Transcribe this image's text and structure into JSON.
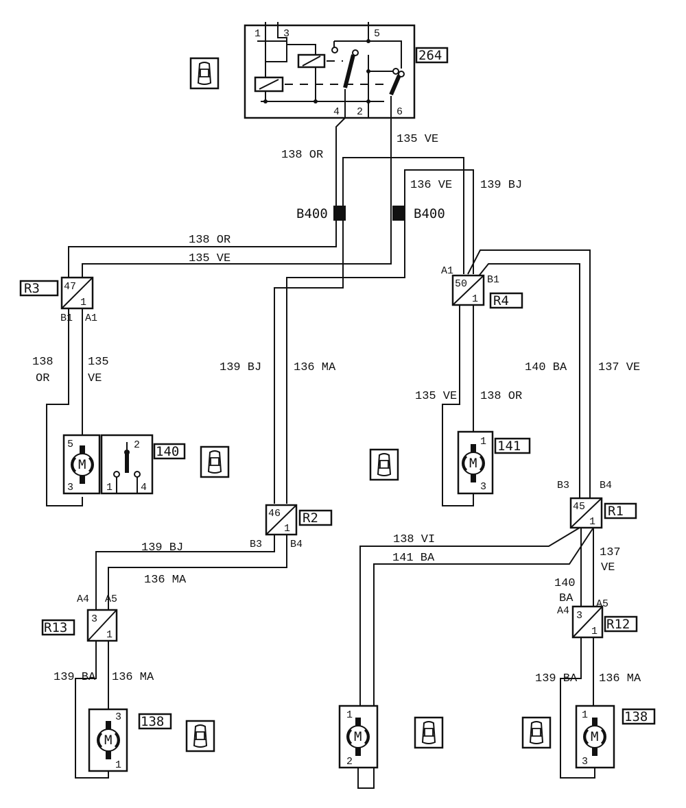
{
  "relay": {
    "id": "264",
    "pins": [
      "1",
      "3",
      "5",
      "4",
      "2",
      "6"
    ]
  },
  "connectors": {
    "b400_left": "B400",
    "b400_right": "B400"
  },
  "junctions": [
    {
      "id": "R3",
      "top": "47",
      "bottom": "1",
      "pins": [
        "B1",
        "A1"
      ]
    },
    {
      "id": "R4",
      "top": "50",
      "bottom": "1",
      "pins": [
        "A1",
        "B1"
      ]
    },
    {
      "id": "R2",
      "top": "46",
      "bottom": "1",
      "pins": [
        "B3",
        "B4"
      ]
    },
    {
      "id": "R1",
      "top": "45",
      "bottom": "1",
      "pins": [
        "B3",
        "B4"
      ]
    },
    {
      "id": "R13",
      "top": "3",
      "bottom": "1",
      "pins": [
        "A4",
        "A5"
      ]
    },
    {
      "id": "R12",
      "top": "3",
      "bottom": "1",
      "pins": [
        "A4",
        "A5"
      ]
    }
  ],
  "components": [
    {
      "id": "140",
      "pins": [
        "5",
        "3"
      ],
      "switch_pins": [
        "2",
        "1",
        "4"
      ]
    },
    {
      "id": "141",
      "pins": [
        "1",
        "3"
      ]
    },
    {
      "id": "138",
      "pins": [
        "3",
        "1"
      ]
    },
    {
      "id": "",
      "pins": [
        "1",
        "2"
      ]
    },
    {
      "id": "138",
      "pins": [
        "1",
        "3"
      ]
    }
  ],
  "motor_symbol": "M",
  "wires": [
    "138 OR",
    "135 VE",
    "136 VE",
    "139 BJ",
    "138 OR",
    "135 VE",
    "138",
    "OR",
    "135",
    "VE",
    "139 BJ",
    "136 MA",
    "140 BA",
    "137 VE",
    "135 VE",
    "138 OR",
    "139 BJ",
    "136 MA",
    "138 VI",
    "141 BA",
    "137",
    "VE",
    "140",
    "BA",
    "139 BA",
    "136 MA",
    "139 BA",
    "136 MA"
  ],
  "icons": [
    "car-door-icon",
    "car-door-icon",
    "car-door-icon",
    "car-door-icon",
    "car-door-icon",
    "car-door-icon"
  ]
}
